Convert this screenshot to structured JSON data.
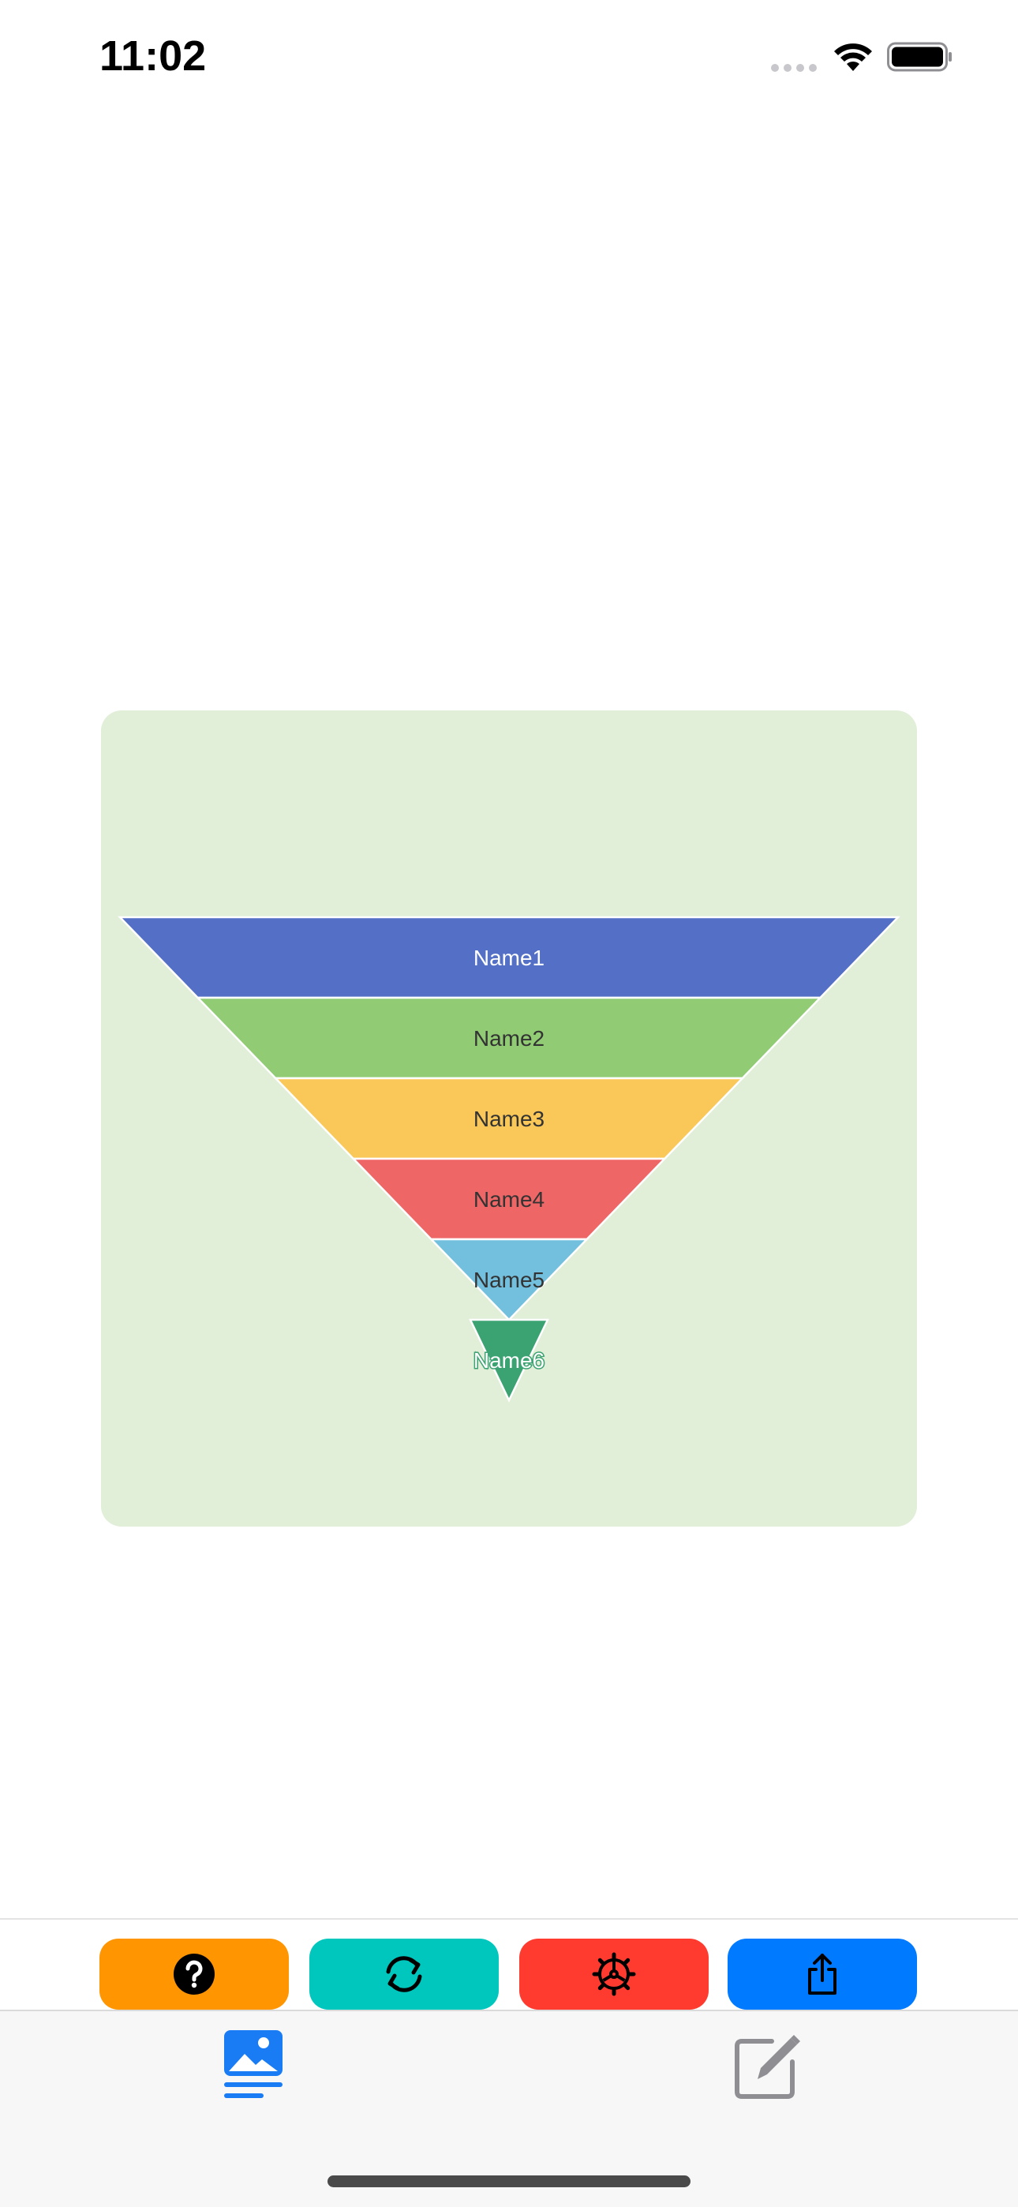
{
  "status_bar": {
    "time": "11:02"
  },
  "colors": {
    "card_background": "#e1eed8",
    "help_button": "#ff9500",
    "refresh_button": "#00c7be",
    "settings_button": "#ff3b30",
    "share_button": "#007aff",
    "tab_active": "#1a7cf4",
    "tab_inactive": "#8e8e93"
  },
  "toolbar": {
    "buttons": [
      {
        "icon": "question-circle-icon"
      },
      {
        "icon": "refresh-icon"
      },
      {
        "icon": "gear-icon"
      },
      {
        "icon": "share-icon"
      }
    ]
  },
  "tab_bar": {
    "tabs": [
      {
        "icon": "photo-list-icon",
        "active": true
      },
      {
        "icon": "compose-icon",
        "active": false
      }
    ]
  },
  "chart_data": {
    "type": "funnel",
    "sort": "descending",
    "categories": [
      "Name1",
      "Name2",
      "Name3",
      "Name4",
      "Name5",
      "Name6"
    ],
    "values": [
      100,
      80,
      60,
      40,
      20,
      0
    ],
    "colors": [
      "#5470c6",
      "#91cc75",
      "#fac858",
      "#ee6666",
      "#73c0de",
      "#3ba272"
    ],
    "label_colors": [
      "#ffffff",
      "#333333",
      "#333333",
      "#333333",
      "#333333",
      "#ffffff"
    ],
    "label_position": "inside",
    "title": "",
    "legend": "none"
  }
}
